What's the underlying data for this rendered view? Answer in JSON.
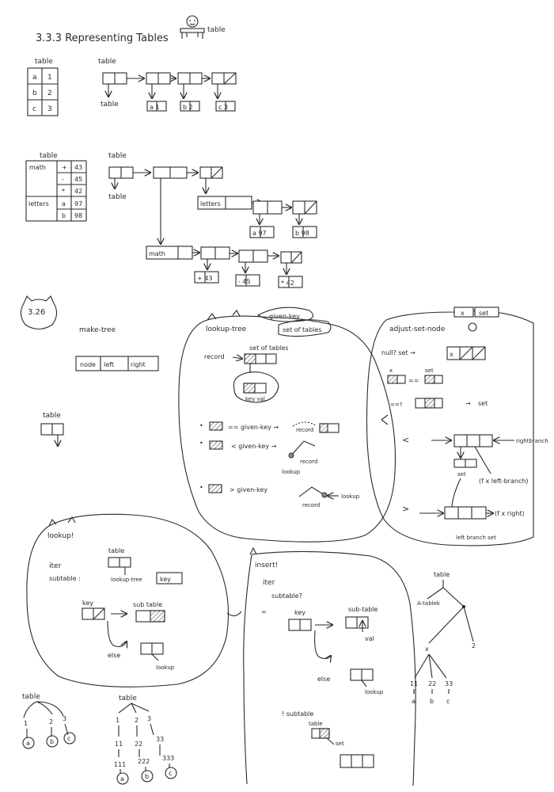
{
  "header": {
    "title": "3.3.3 Representing Tables",
    "mascot_label": "table"
  },
  "simple_table": {
    "title": "table",
    "rows": [
      [
        "a",
        "1"
      ],
      [
        "b",
        "2"
      ],
      [
        "c",
        "3"
      ]
    ],
    "list_title": "table",
    "list_caption": "table",
    "records": [
      "a 1",
      "b 2",
      "c 3"
    ]
  },
  "two_d_table": {
    "title": "table",
    "sections": [
      {
        "name": "math",
        "rows": [
          [
            "+",
            "43"
          ],
          [
            "-",
            "45"
          ],
          [
            "*",
            "42"
          ]
        ]
      },
      {
        "name": "letters",
        "rows": [
          [
            "a",
            "97"
          ],
          [
            "b",
            "98"
          ]
        ]
      }
    ],
    "list_title": "table",
    "list_caption": "table",
    "letters_label": "letters",
    "letters_records": [
      "a 97",
      "b 98"
    ],
    "math_label": "math",
    "math_records": [
      "+ 43",
      "- 45",
      "* 42"
    ]
  },
  "exercise_326": {
    "badge": "3.26",
    "make_tree": "make-tree",
    "node_cells": [
      "node",
      "left",
      "right"
    ],
    "table_label": "table"
  },
  "lookup_tree": {
    "title": "lookup-tree",
    "tag_given_key": "given-key",
    "tag_setof_tables": "set of tables",
    "setof_tables": "set of tables",
    "record": "record",
    "key_val": "key val",
    "eq_rule": "== given-key →",
    "lt_rule": "< given-key →",
    "gt_rule": "> given-key",
    "record_label": "record",
    "lookup_label": "lookup"
  },
  "adjust_set_node": {
    "title": "adjust-set-node",
    "tags": [
      "x",
      "set"
    ],
    "null_set": "null? set →",
    "x": "x",
    "set": "set",
    "eq": "==",
    "neq": "==?",
    "lt": "<",
    "gt": ">",
    "rightbranch": "rightbranch",
    "f_left": "(f x left-branch)",
    "f_right": "(f x right)",
    "leftbranch_set": "left branch set"
  },
  "lookup_bang": {
    "title": "lookup!",
    "iter": "iter",
    "subtable": "subtable :",
    "table": "table",
    "lookup_tree": "lookup-tree",
    "key_box": "key",
    "key": "key",
    "sub_table": "sub table",
    "else": "else",
    "lookup": "lookup"
  },
  "insert_bang": {
    "title": "insert!",
    "iter": "iter",
    "subtable_q": "subtable?",
    "key": "key",
    "sub_table": "sub-table",
    "val": "val",
    "else": "else",
    "lookup": "lookup",
    "not_subtable": "! subtable",
    "table": "table",
    "set": "set"
  },
  "tree_right": {
    "table": "table",
    "left_node": "A-tablek",
    "x": "x",
    "two": "2",
    "leaves": [
      "11",
      "22",
      "33"
    ],
    "letters": [
      "a",
      "b",
      "c"
    ]
  },
  "tree_small": {
    "table": "table",
    "keys": [
      "1",
      "2",
      "3"
    ],
    "letters": [
      "a",
      "b",
      "c"
    ]
  },
  "tree_deep": {
    "table": "table",
    "level1": [
      "1",
      "2",
      "3"
    ],
    "level2": [
      "11",
      "22",
      "33"
    ],
    "level3": [
      "111",
      "222",
      "333"
    ],
    "letters": [
      "a",
      "b",
      "c"
    ]
  }
}
